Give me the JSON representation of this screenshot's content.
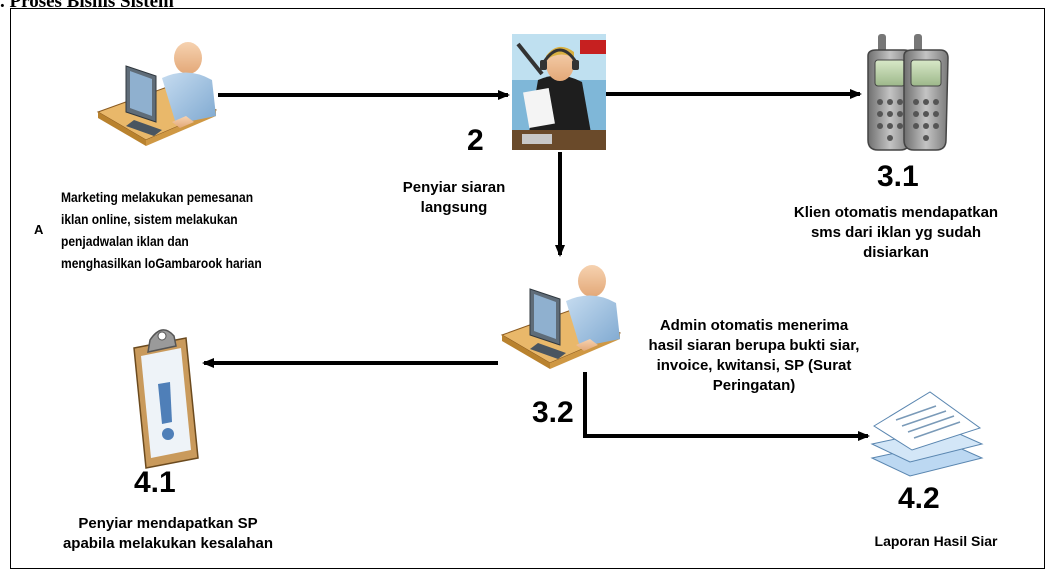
{
  "heading": ". Proses Bisnis Sistem",
  "stray_letter": "A",
  "steps": {
    "marketing": {
      "lines": [
        "Marketing melakukan pemesanan",
        "iklan online, sistem melakukan",
        "penjadwalan iklan dan",
        "menghasilkan loGambarook harian"
      ]
    },
    "penyiar": {
      "number": "2",
      "lines": [
        "Penyiar siaran",
        "langsung"
      ]
    },
    "klien": {
      "number": "3.1",
      "lines": [
        "Klien otomatis mendapatkan",
        "sms dari iklan yg sudah",
        "disiarkan"
      ]
    },
    "admin": {
      "number": "3.2",
      "lines": [
        "Admin otomatis menerima",
        "hasil siaran berupa bukti siar,",
        "invoice, kwitansi, SP (Surat",
        "Peringatan)"
      ]
    },
    "sp": {
      "number": "4.1",
      "lines": [
        "Penyiar mendapatkan SP",
        "apabila melakukan kesalahan"
      ]
    },
    "laporan": {
      "number": "4.2",
      "lines": [
        "Laporan Hasil Siar"
      ]
    }
  },
  "icons": {
    "marketing": "computer-user-icon",
    "penyiar": "radio-announcer-icon",
    "klien": "mobile-phones-icon",
    "admin": "computer-user-icon",
    "sp": "clipboard-warning-icon",
    "laporan": "document-stack-icon"
  },
  "colors": {
    "line": "#000000",
    "desk": "#e9b86a",
    "person": "#9fc3e3",
    "phone": "#a9a9a9",
    "paper": "#dfeefa"
  }
}
